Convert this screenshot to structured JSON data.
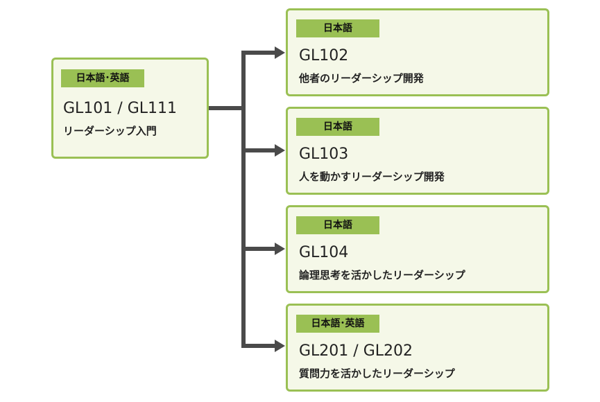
{
  "colors": {
    "card_border": "#9ac054",
    "card_fill": "#f5f8e8",
    "badge_fill": "#9ac054",
    "connector": "#4a4a4a"
  },
  "root": {
    "badge": "日本語･英語",
    "code": "GL101 / GL111",
    "title": "リーダーシップ入門"
  },
  "courses": [
    {
      "badge": "日本語",
      "code": "GL102",
      "title": "他者のリーダーシップ開発"
    },
    {
      "badge": "日本語",
      "code": "GL103",
      "title": "人を動かすリーダーシップ開発"
    },
    {
      "badge": "日本語",
      "code": "GL104",
      "title": "論理思考を活かしたリーダーシップ"
    },
    {
      "badge": "日本語･英語",
      "code": "GL201 / GL202",
      "title": "質問力を活かしたリーダーシップ"
    }
  ]
}
